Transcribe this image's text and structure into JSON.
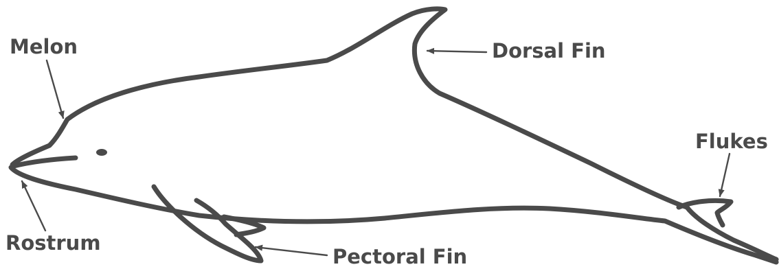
{
  "colors": {
    "ink": "#4a4a4a",
    "background": "#ffffff"
  },
  "labels": {
    "melon": "Melon",
    "rostrum": "Rostrum",
    "pectoral_fin": "Pectoral Fin",
    "dorsal_fin": "Dorsal Fin",
    "flukes": "Flukes"
  }
}
